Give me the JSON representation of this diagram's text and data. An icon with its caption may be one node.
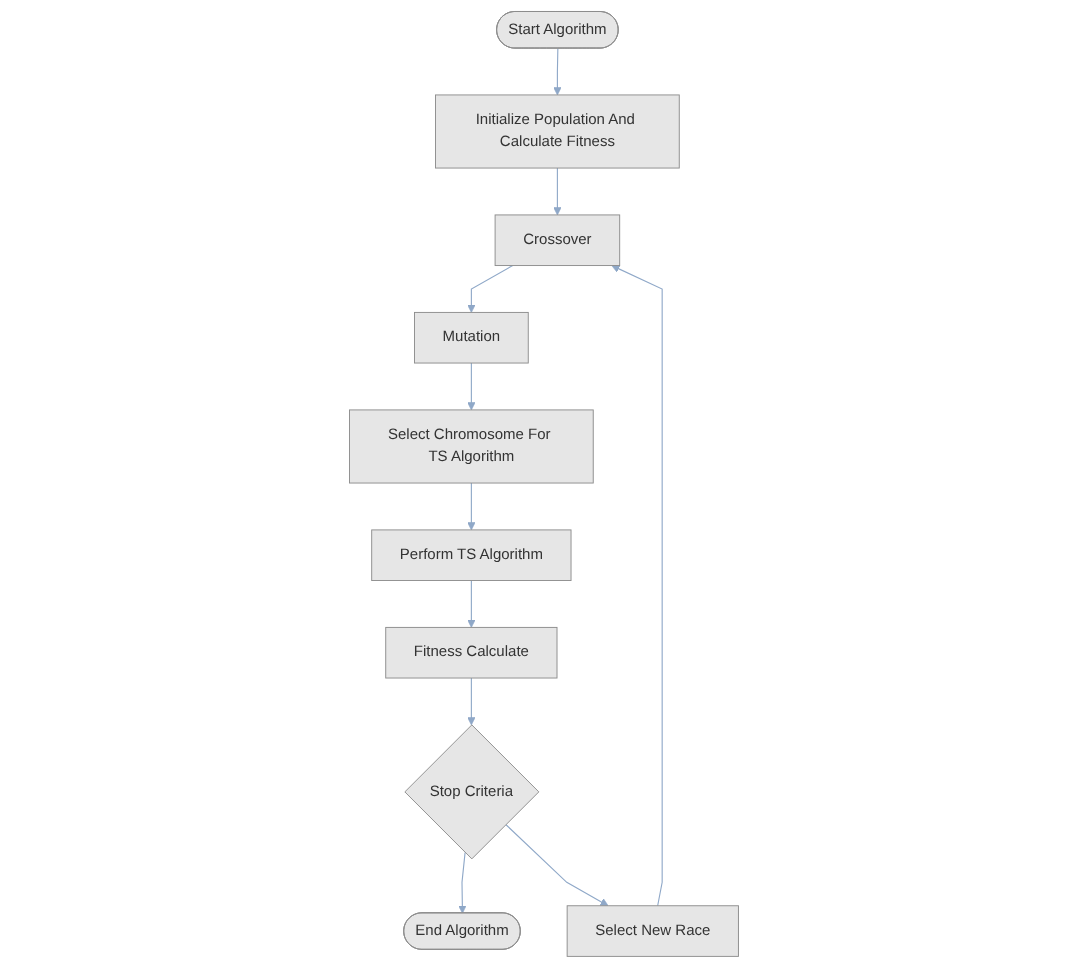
{
  "diagram": {
    "nodes": [
      {
        "text": [
          "Start Algorithm"
        ]
      },
      {
        "text": [
          "Initialize Population And Calculate Fitness"
        ]
      },
      {
        "text": [
          "Crossover"
        ]
      },
      {
        "text": [
          "Mutation"
        ]
      },
      {
        "text": [
          "Select Chromosome For TS Algorithm"
        ]
      },
      {
        "text": [
          "Perform TS Algorithm"
        ]
      },
      {
        "text": [
          "Fitness Calculate"
        ]
      },
      {
        "text": [
          "Stop Criteria"
        ]
      },
      {
        "text": [
          "End Algorithm"
        ]
      },
      {
        "text": [
          "Select New Race"
        ]
      }
    ],
    "edges": [
      {
        "from": 0,
        "to": 1,
        "arrow": "to"
      },
      {
        "from": 1,
        "to": 2,
        "arrow": "to"
      },
      {
        "from": 2,
        "to": 3,
        "arrow": "to"
      },
      {
        "from": 3,
        "to": 4,
        "arrow": "to"
      },
      {
        "from": 4,
        "to": 5,
        "arrow": "to"
      },
      {
        "from": 5,
        "to": 6,
        "arrow": "to"
      },
      {
        "from": 6,
        "to": 7,
        "arrow": "to"
      },
      {
        "from": 7,
        "to": 8,
        "arrow": "to"
      },
      {
        "from": 7,
        "to": 9,
        "arrow": "to"
      },
      {
        "from": 9,
        "to": 2,
        "arrow": "to"
      }
    ]
  }
}
